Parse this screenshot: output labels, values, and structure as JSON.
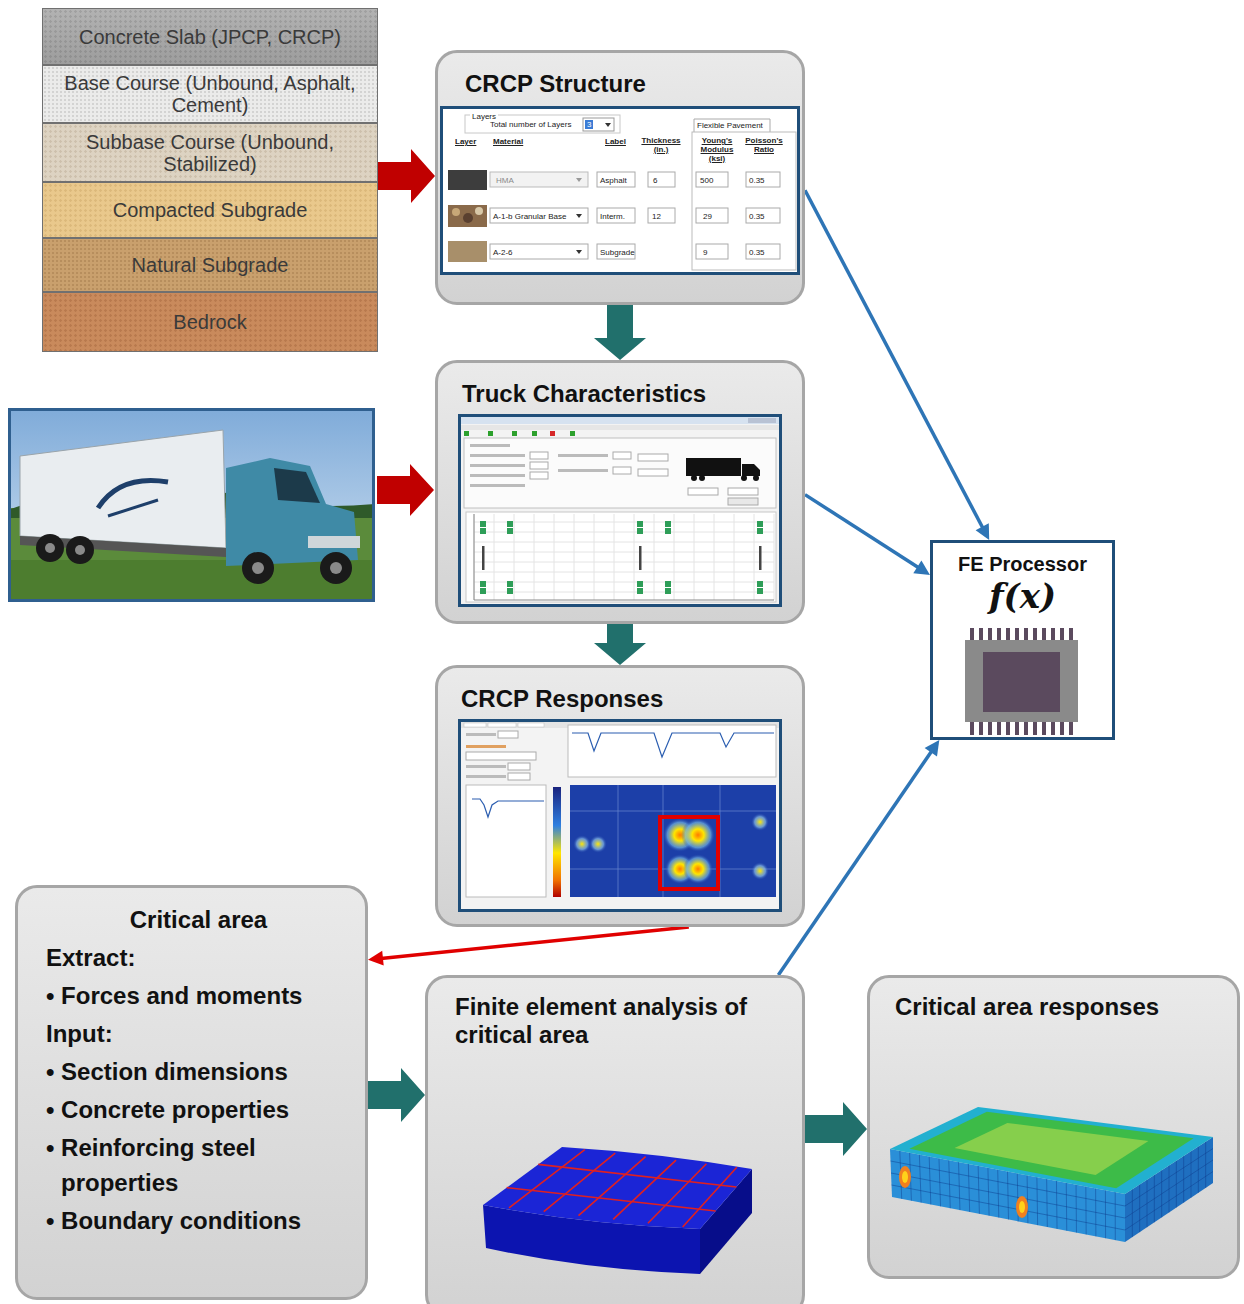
{
  "diagram": {
    "nodes": [
      {
        "text": [
          "Concrete Slab (JPCP, CRCP)"
        ]
      },
      {
        "text": [
          "Base Course (Unbound, Asphalt, Cement)"
        ]
      },
      {
        "text": [
          "Subbase Course (Unbound, Stabilized)"
        ]
      },
      {
        "text": [
          "Compacted Subgrade"
        ]
      },
      {
        "text": [
          "Natural Subgrade"
        ]
      },
      {
        "text": [
          "Bedrock"
        ]
      },
      {
        "text": [
          "CRCP Structure"
        ]
      },
      {
        "text": [
          "Truck Characteristics"
        ]
      },
      {
        "text": [
          "CRCP Responses"
        ]
      },
      {
        "text": [
          "FE Processor",
          "f(x)"
        ]
      },
      {
        "text": [
          "Critical area",
          "Extract:",
          "• Forces and moments",
          "Input:",
          "• Section dimensions",
          "• Concrete properties",
          "• Reinforcing steel properties",
          "• Boundary conditions"
        ]
      },
      {
        "text": [
          "Finite element analysis of critical area"
        ]
      },
      {
        "text": [
          "Critical area responses"
        ]
      }
    ],
    "edges": [
      {
        "from": 2,
        "to": 6,
        "arrow": "to"
      },
      {
        "from": 6,
        "to": 7,
        "arrow": "to"
      },
      {
        "from": 7,
        "to": 8,
        "arrow": "to"
      },
      {
        "from": 6,
        "to": 9,
        "arrow": "to"
      },
      {
        "from": 7,
        "to": 9,
        "arrow": "to"
      },
      {
        "from": 11,
        "to": 9,
        "arrow": "to"
      },
      {
        "from": 8,
        "to": 10,
        "arrow": "to"
      },
      {
        "from": 10,
        "to": 11,
        "arrow": "to"
      },
      {
        "from": 11,
        "to": 12,
        "arrow": "to"
      }
    ],
    "labels": [
      "Layers",
      "Total number of Layers",
      "3",
      "Flexible Pavement",
      "Layer",
      "Material",
      "Label",
      "Thickness (in.)",
      "Young's Modulus (ksi)",
      "Poisson's Ratio",
      "HMA",
      "Asphalt",
      "6",
      "500",
      "0.35",
      "A-1-b Granular Base",
      "Interm.",
      "12",
      "29",
      "0.35",
      "A-2-6",
      "Subgrade",
      "9",
      "0.35"
    ]
  }
}
